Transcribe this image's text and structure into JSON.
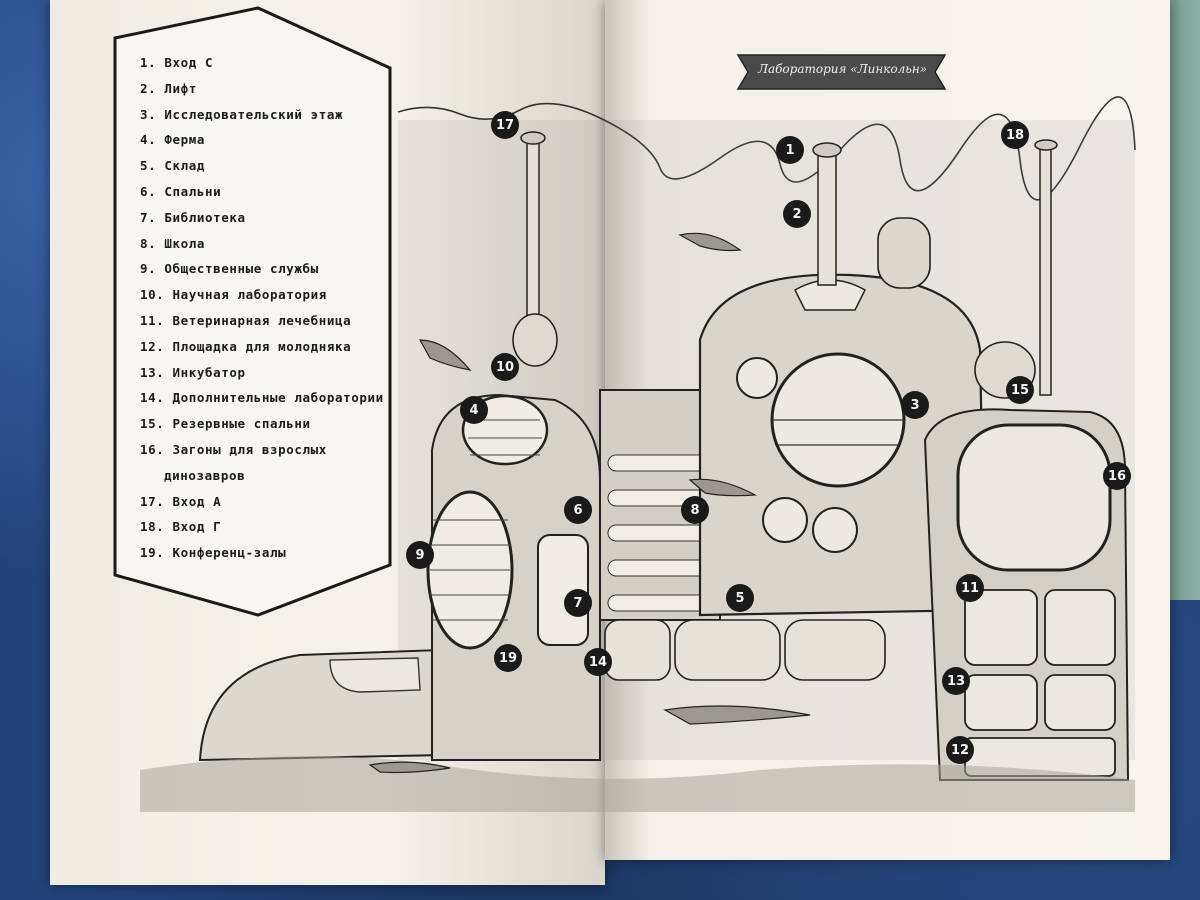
{
  "legend": {
    "items": [
      "1. Вход С",
      "2. Лифт",
      "3. Исследовательский этаж",
      "4. Ферма",
      "5. Склад",
      "6. Спальни",
      "7. Библиотека",
      "8. Школа",
      "9. Общественные службы",
      "10. Научная лаборатория",
      "11. Ветеринарная лечебница",
      "12. Площадка для молодняка",
      "13. Инкубатор",
      "14. Дополнительные лаборатории",
      "15. Резервные спальни",
      "16. Загоны для взрослых",
      "динозавров",
      "17. Вход А",
      "18. Вход Г",
      "19. Конференц-залы"
    ]
  },
  "banner": {
    "title": "Лаборатория «Линкольн»"
  },
  "markers": [
    "1",
    "2",
    "3",
    "4",
    "5",
    "6",
    "7",
    "8",
    "9",
    "10",
    "11",
    "12",
    "13",
    "14",
    "15",
    "16",
    "17",
    "18",
    "19"
  ],
  "colors": {
    "page": "#f4f1ea",
    "ink": "#1a1a1a",
    "cloth": "#22437a",
    "banner": "#4a4a4a"
  }
}
